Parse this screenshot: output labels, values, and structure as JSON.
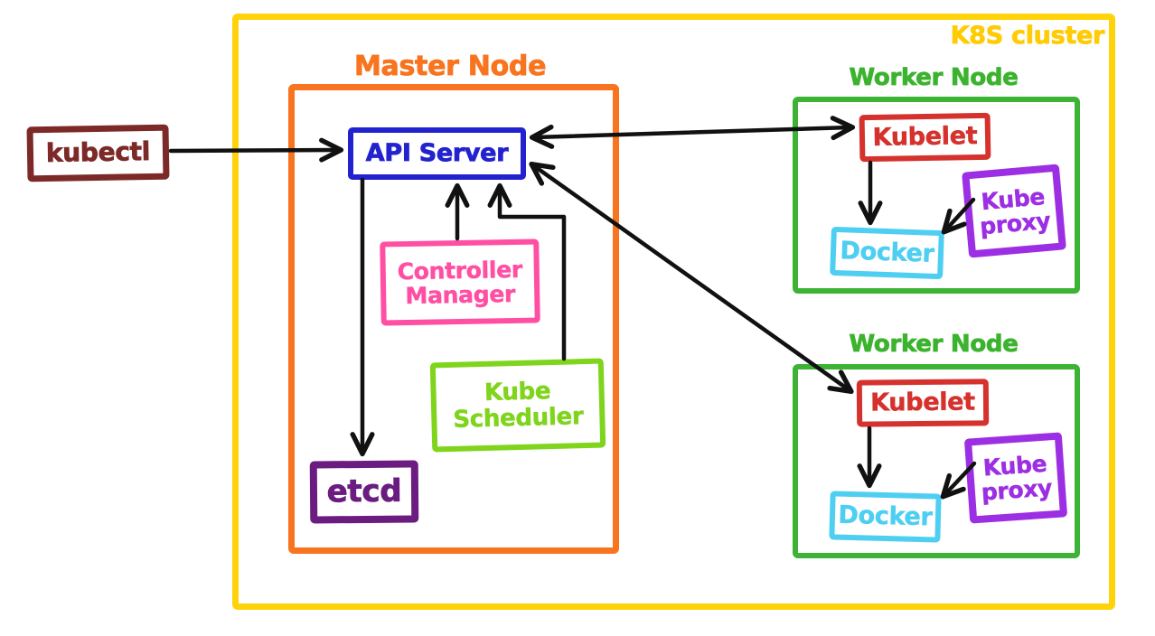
{
  "cluster": {
    "label": "K8S cluster"
  },
  "kubectl": {
    "label": "kubectl"
  },
  "master": {
    "title": "Master Node",
    "api_server": {
      "label": "API Server"
    },
    "controller_manager": {
      "line1": "Controller",
      "line2": "Manager"
    },
    "kube_scheduler": {
      "line1": "Kube",
      "line2": "Scheduler"
    },
    "etcd": {
      "label": "etcd"
    }
  },
  "workers": [
    {
      "title": "Worker Node",
      "kubelet": "Kubelet",
      "kube_proxy_line1": "Kube",
      "kube_proxy_line2": "proxy",
      "docker": "Docker"
    },
    {
      "title": "Worker Node",
      "kubelet": "Kubelet",
      "kube_proxy_line1": "Kube",
      "kube_proxy_line2": "proxy",
      "docker": "Docker"
    }
  ],
  "edges": [
    {
      "from": "kubectl",
      "to": "api-server",
      "bidirectional": false
    },
    {
      "from": "api-server",
      "to": "worker-1-kubelet",
      "bidirectional": true
    },
    {
      "from": "api-server",
      "to": "worker-2-kubelet",
      "bidirectional": true
    },
    {
      "from": "api-server",
      "to": "etcd",
      "bidirectional": false
    },
    {
      "from": "controller-manager",
      "to": "api-server",
      "bidirectional": false
    },
    {
      "from": "kube-scheduler",
      "to": "api-server",
      "bidirectional": false
    },
    {
      "from": "worker-1-kubelet",
      "to": "worker-1-docker",
      "bidirectional": false
    },
    {
      "from": "worker-1-kube-proxy",
      "to": "worker-1-docker",
      "bidirectional": false
    },
    {
      "from": "worker-2-kubelet",
      "to": "worker-2-docker",
      "bidirectional": false
    },
    {
      "from": "worker-2-kube-proxy",
      "to": "worker-2-docker",
      "bidirectional": false
    }
  ],
  "colors": {
    "cluster_border": "#FFD30A",
    "cluster_label": "#FFCB05",
    "master_border": "#F8741E",
    "kubectl": "#7C2A28",
    "api_server": "#2222CF",
    "controller_manager": "#FF4FA3",
    "kube_scheduler": "#7FD41C",
    "etcd": "#6B1C80",
    "worker_border": "#3CB335",
    "kubelet": "#D5312D",
    "kube_proxy": "#9C2FE3",
    "docker": "#4ECFF2",
    "arrow": "#111111"
  }
}
